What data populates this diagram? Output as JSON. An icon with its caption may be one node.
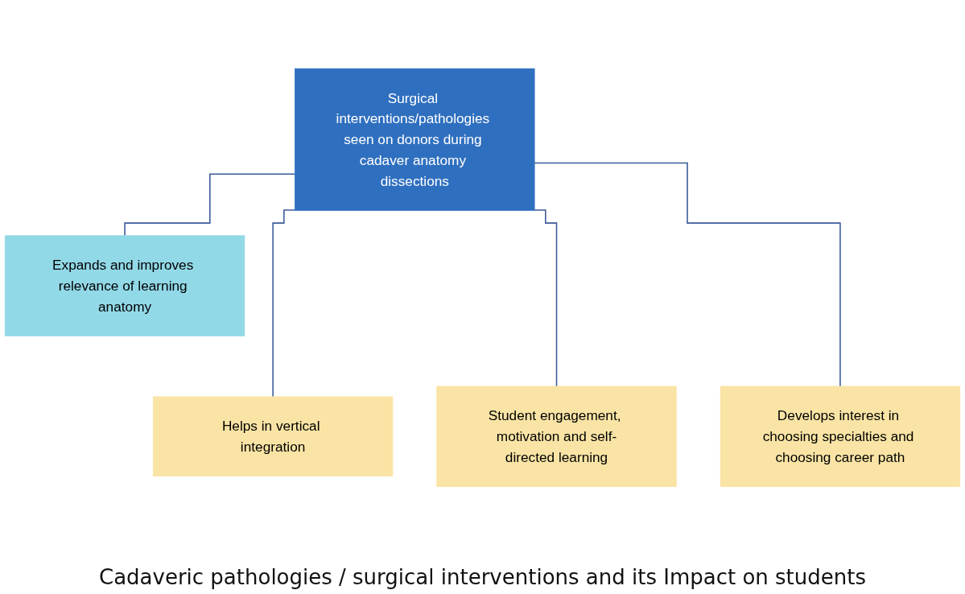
{
  "diagram": {
    "caption": "Cadaveric pathologies / surgical interventions and its Impact on students",
    "nodes": [
      {
        "text": [
          "Surgical interventions/pathologies seen on donors during cadaver anatomy dissections"
        ]
      },
      {
        "text": [
          "Expands and improves relevance of learning anatomy"
        ]
      },
      {
        "text": [
          "Helps in vertical integration"
        ]
      },
      {
        "text": [
          "Student engagement, motivation and self-directed learning"
        ]
      },
      {
        "text": [
          "Develops interest in choosing specialties and choosing career path"
        ]
      }
    ],
    "edges": [
      {
        "from": 0,
        "to": 1,
        "arrow": "none"
      },
      {
        "from": 0,
        "to": 2,
        "arrow": "none"
      },
      {
        "from": 0,
        "to": 3,
        "arrow": "none"
      },
      {
        "from": 0,
        "to": 4,
        "arrow": "none"
      }
    ]
  }
}
